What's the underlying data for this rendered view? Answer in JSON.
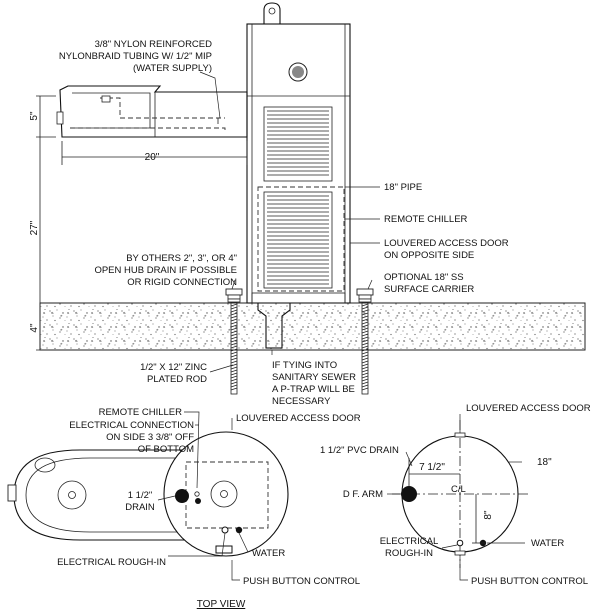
{
  "labels": {
    "tubing": [
      "3/8\" NYLON REINFORCED",
      "NYLONBRAID TUBING W/ 1/2\" MIP",
      "(WATER SUPPLY)"
    ],
    "pipe18": "18\" PIPE",
    "remote_chiller": "REMOTE CHILLER",
    "louvered_door": [
      "LOUVERED ACCESS DOOR",
      "ON OPPOSITE SIDE"
    ],
    "by_others": [
      "BY OTHERS 2\", 3\", OR 4\"",
      "OPEN HUB DRAIN IF POSSIBLE",
      "OR RIGID CONNECTION"
    ],
    "optional_carrier": [
      "OPTIONAL 18\" SS",
      "SURFACE CARRIER"
    ],
    "zinc_rod": [
      "1/2\" X 12\" ZINC",
      "PLATED ROD"
    ],
    "p_trap": [
      "IF TYING INTO",
      "SANITARY SEWER",
      "A P-TRAP WILL BE",
      "NECESSARY"
    ]
  },
  "dimensions": {
    "d5": "5\"",
    "d20": "20\"",
    "d27": "27\"",
    "d4": "4\""
  },
  "top_view": {
    "title": "TOP VIEW",
    "remote_chiller": "REMOTE CHILLER",
    "louvered_door": "LOUVERED ACCESS DOOR",
    "electrical_connection": [
      "ELECTRICAL CONNECTION",
      "ON SIDE 3 3/8\" OFF",
      "OF BOTTOM"
    ],
    "drain": [
      "1 1/2\"",
      "DRAIN"
    ],
    "electrical_rough": "ELECTRICAL ROUGH-IN",
    "water": "WATER",
    "push_button": "PUSH BUTTON CONTROL"
  },
  "right_view": {
    "louvered_door": "LOUVERED ACCESS DOOR",
    "pvc_drain": "1 1/2\" PVC DRAIN",
    "d18": "18\"",
    "d7_5": "7 1/2\"",
    "df_arm": "D F. ARM",
    "cl": "C/L",
    "d8": "8\"",
    "electrical_rough": [
      "ELECTRICAL",
      "ROUGH-IN"
    ],
    "water": "WATER",
    "push_button": "PUSH BUTTON CONTROL"
  }
}
